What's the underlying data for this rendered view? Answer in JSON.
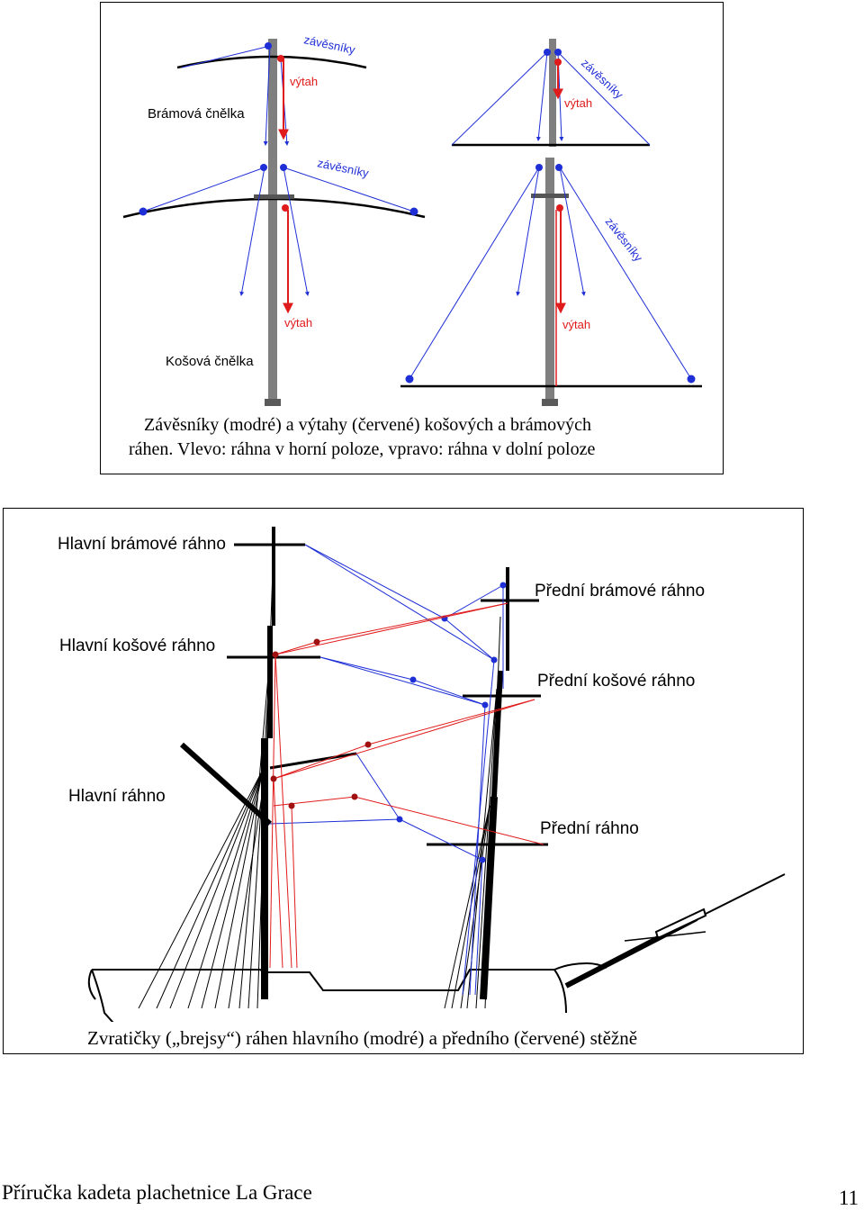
{
  "figure1": {
    "labels": {
      "bramova_cnelka": "Brámová čnělka",
      "kosova_cnelka": "Košová čnělka",
      "zavesniky": "závěsníky",
      "vytah": "výtah"
    },
    "caption_line1": "Závěsníky (modré) a výtahy (červené) košových a brámových",
    "caption_line2": "ráhen. Vlevo: ráhna v horní poloze, vpravo: ráhna v dolní poloze"
  },
  "figure2": {
    "labels": {
      "hlavni_bramove": "Hlavní brámové ráhno",
      "hlavni_kosove": "Hlavní košové ráhno",
      "hlavni": "Hlavní ráhno",
      "predni_bramove": "Přední brámové ráhno",
      "predni_kosove": "Přední košové ráhno",
      "predni": "Přední ráhno"
    },
    "caption": "Zvratičky („brejsy“) ráhen hlavního (modré) a předního (červené) stěžně"
  },
  "footer": {
    "title": "Příručka kadeta plachetnice La Grace",
    "page_number": "11"
  },
  "colors": {
    "blue": "#1f2fd6",
    "red": "#e01b1b",
    "mast": "#7f7f7f",
    "black": "#000000"
  }
}
